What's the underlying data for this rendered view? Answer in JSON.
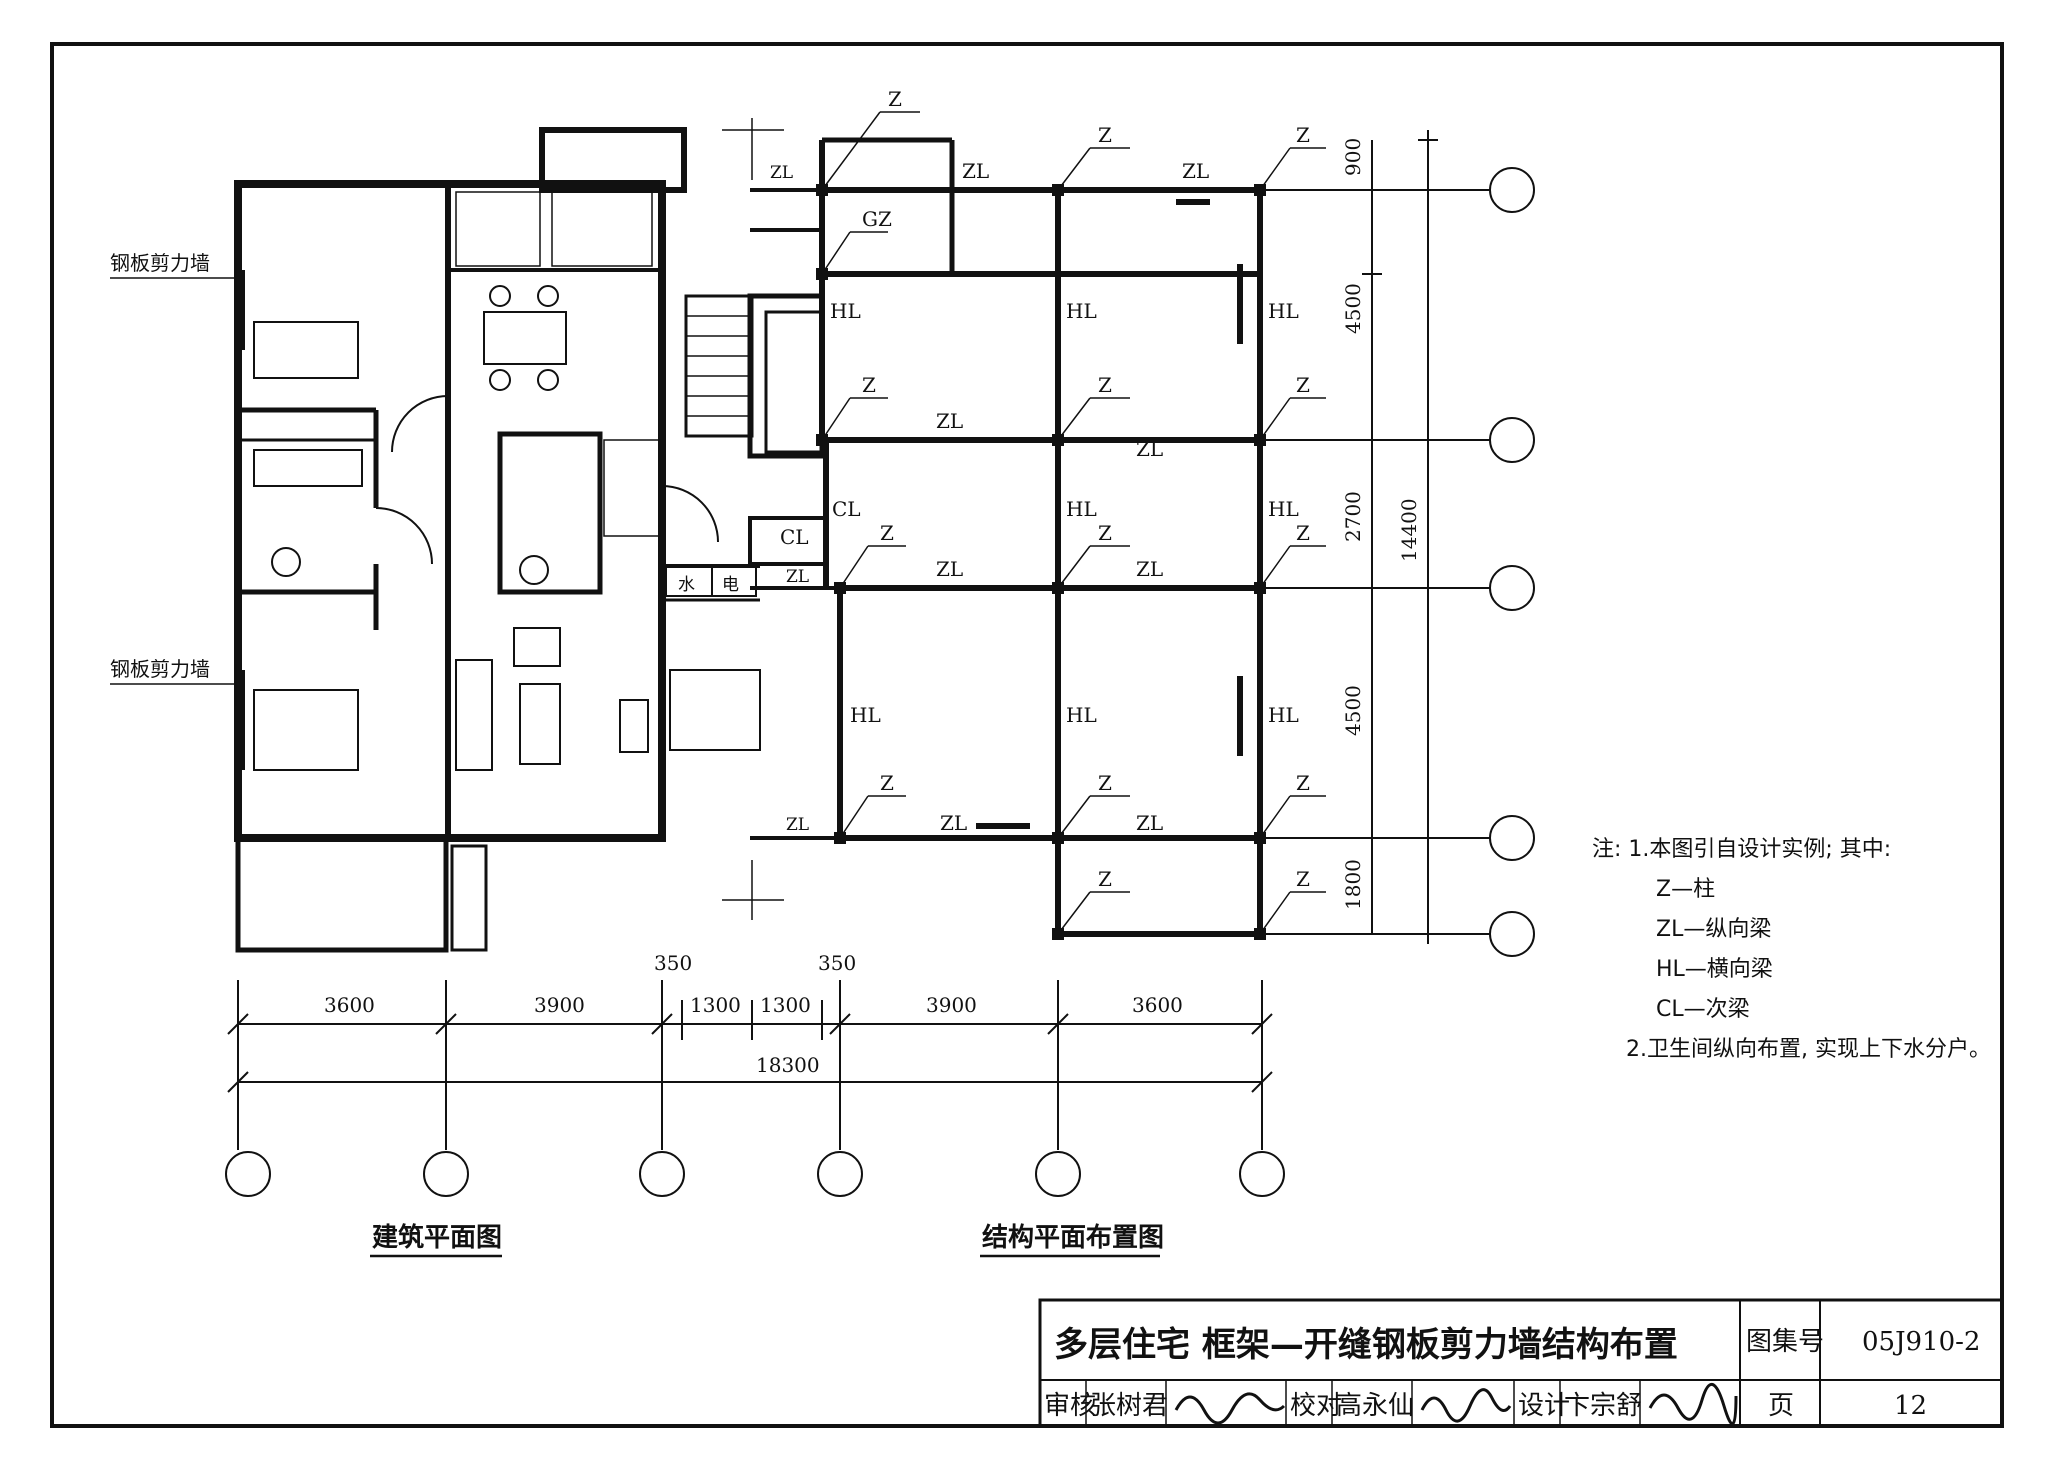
{
  "labels": {
    "steel_wall_top": "钢板剪力墙",
    "steel_wall_bottom": "钢板剪力墙",
    "arch_plan_title": "建筑平面图",
    "struct_plan_title": "结构平面布置图",
    "water": "水",
    "electric": "电"
  },
  "struct_labels": {
    "z": "Z",
    "zl": "ZL",
    "hl": "HL",
    "cl": "CL",
    "gz": "GZ"
  },
  "dimensions": {
    "bottom": [
      "3600",
      "3900",
      "350",
      "1300",
      "1300",
      "350",
      "3900",
      "3600"
    ],
    "total": "18300",
    "right": [
      "900",
      "4500",
      "2700",
      "4500",
      "1800"
    ],
    "right_total": "14400"
  },
  "notes": {
    "line1": "注: 1.本图引自设计实例; 其中:",
    "line2": "Z—柱",
    "line3": "ZL—纵向梁",
    "line4": "HL—横向梁",
    "line5": "CL—次梁",
    "line6": "2.卫生间纵向布置, 实现上下水分户。"
  },
  "title_block": {
    "title": "多层住宅   框架—开缝钢板剪力墙结构布置",
    "atlas_label": "图集号",
    "atlas_no": "05J910-2",
    "review_label": "审核",
    "reviewer": "张树君",
    "check_label": "校对",
    "checker": "高永仙",
    "design_label": "设计",
    "designer": "卞宗舒",
    "page_label": "页",
    "page_no": "12"
  }
}
